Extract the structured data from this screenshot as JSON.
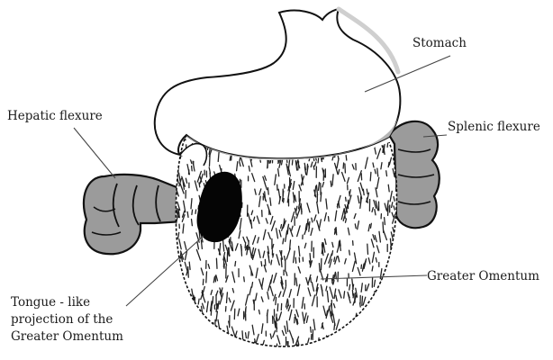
{
  "labels": {
    "stomach": "Stomach",
    "hepatic_flexure": "Hepatic flexure",
    "splenic_flexure": "Splenic flexure",
    "greater_omentum": "Greater Omentum",
    "tongue_line1": "Tongue - like",
    "tongue_line2": "projection of the",
    "tongue_line3": "Greater Omentum"
  },
  "colors": {
    "outline": "#111111",
    "colon_fill": "#9b9b9b",
    "colon_dark": "#6a6a6a",
    "curvature_shade": "#b5b5b5",
    "tongue_fill": "#050505",
    "omentum_stroke": "#222222",
    "leader_line": "#444444",
    "background": "#ffffff"
  }
}
